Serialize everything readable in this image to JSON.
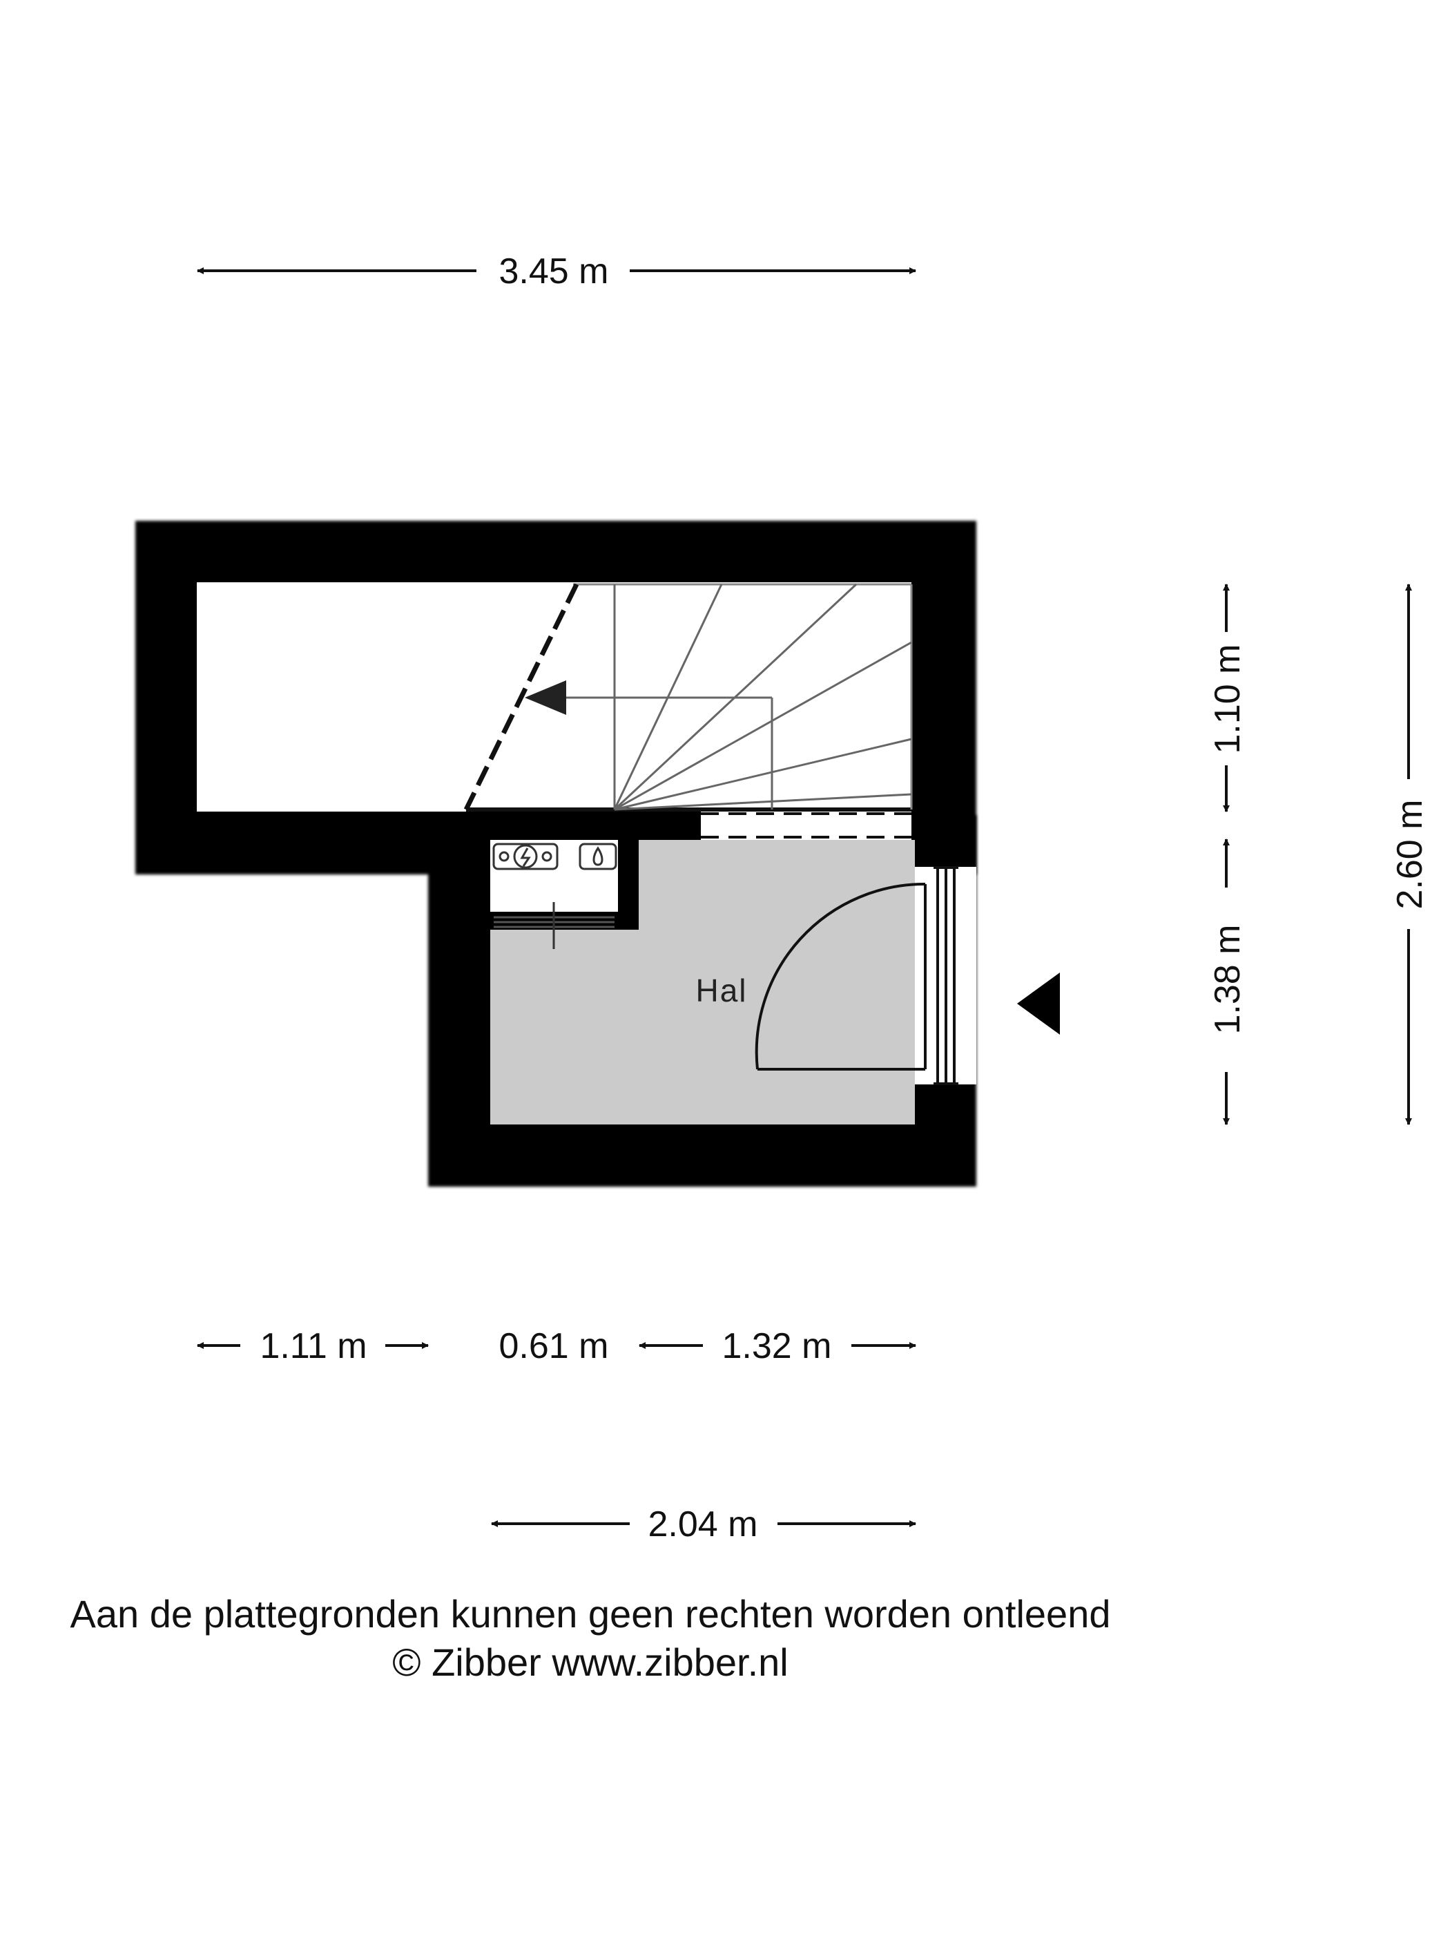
{
  "dimensions": {
    "top_total": "3.45 m",
    "bottom_left": "1.11 m",
    "bottom_middle": "0.61 m",
    "bottom_right": "1.32 m",
    "bottom_total": "2.04 m",
    "right_upper": "1.10 m",
    "right_lower": "1.38 m",
    "right_total": "2.60 m"
  },
  "rooms": {
    "hall": "Hal"
  },
  "footer": {
    "disclaimer": "Aan de plattegronden kunnen geen rechten worden ontleend",
    "copyright": "© Zibber www.zibber.nl"
  }
}
